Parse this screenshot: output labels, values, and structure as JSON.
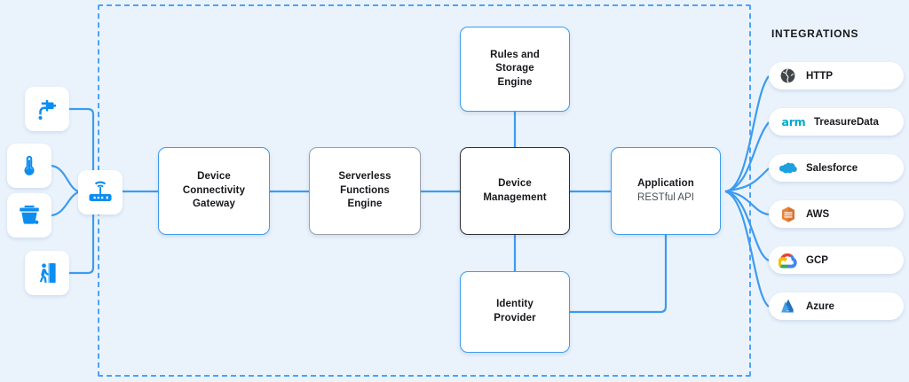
{
  "diagram": {
    "boundary_label": "platform-boundary"
  },
  "devices": [
    {
      "id": "faucet",
      "name": "water-faucet-sensor",
      "icon": "faucet-icon"
    },
    {
      "id": "thermo",
      "name": "temperature-sensor",
      "icon": "thermometer-icon"
    },
    {
      "id": "waste",
      "name": "waste-bin-sensor",
      "icon": "waste-bin-icon"
    },
    {
      "id": "exit",
      "name": "occupancy-exit-sensor",
      "icon": "exit-door-icon"
    },
    {
      "id": "gateway",
      "name": "wireless-router-hub",
      "icon": "router-icon"
    }
  ],
  "boxes": {
    "gateway": {
      "title": "Device\nConnectivity\nGateway",
      "line1": "Device",
      "line2": "Connectivity",
      "line3": "Gateway",
      "border": "blue"
    },
    "serverless": {
      "line1": "Serverless",
      "line2": "Functions",
      "line3": "Engine",
      "border": "gray"
    },
    "devmgmt": {
      "line1": "Device",
      "line2": "Management",
      "border": "dark"
    },
    "app": {
      "line1": "Application",
      "subtitle": "RESTful API",
      "border": "blue"
    },
    "rules": {
      "line1": "Rules and",
      "line2": "Storage",
      "line3": "Engine",
      "border": "blue"
    },
    "identity": {
      "line1": "Identity",
      "line2": "Provider",
      "border": "blue"
    }
  },
  "integrations": {
    "title": "INTEGRATIONS",
    "items": [
      {
        "label": "HTTP",
        "icon": "globe-icon",
        "accent": "#3f4548"
      },
      {
        "label": "TreasureData",
        "icon": "arm-logo-icon",
        "accent": "#00a9ce"
      },
      {
        "label": "Salesforce",
        "icon": "salesforce-cloud-icon",
        "accent": "#1ca0e0"
      },
      {
        "label": "AWS",
        "icon": "aws-icon",
        "accent": "#e8833a"
      },
      {
        "label": "GCP",
        "icon": "gcp-icon",
        "accent": "#ea4335"
      },
      {
        "label": "Azure",
        "icon": "azure-icon",
        "accent": "#1f70c1"
      }
    ]
  },
  "colors": {
    "background": "#eaf3fc",
    "connector": "#3d9bf0",
    "device_icon": "#0d8df0",
    "border_blue": "#3d9bf0",
    "border_gray": "#9aa0a6",
    "border_dark": "#2c2f33"
  }
}
